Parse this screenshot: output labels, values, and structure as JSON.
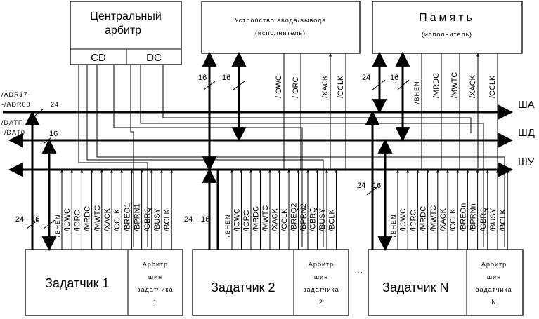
{
  "central_arbiter": {
    "title_line1": "Центральный",
    "title_line2": "арбитр",
    "cd": "CD",
    "dc": "DC"
  },
  "io_device": {
    "title": "Устройство ввода/вывода",
    "subtitle": "(исполнитель)"
  },
  "memory": {
    "title": "Память",
    "subtitle": "(исполнитель)"
  },
  "buses": {
    "address": "ША",
    "data": "ШД",
    "control": "ШУ"
  },
  "bus_labels": {
    "addr_lines": [
      "/ADR17-",
      "-/ADR00"
    ],
    "addr_width": "24",
    "data_lines": [
      "/DATF-",
      "-/DAT0"
    ],
    "data_width": "16"
  },
  "io_signals": [
    "/IOWC",
    "/IORC",
    "/XACK",
    "/CCLK"
  ],
  "io_widths": [
    "16",
    "16"
  ],
  "mem_signals": [
    "/BHEN",
    "/MRDC",
    "/MWTC",
    "/XACK",
    "/CCLK"
  ],
  "mem_widths": [
    "24",
    "16"
  ],
  "master_signals_1": [
    "/BHEN",
    "/IOWC",
    "/IORC",
    "/MRDC",
    "/MWTC",
    "/XACK",
    "/CCLK",
    "/BREQ1",
    "/BPRN1",
    "/CBRQ",
    "/BUSY",
    "/BCLK"
  ],
  "master_signals_2": [
    "/BHEN",
    "/IOWC",
    "/IORC",
    "/MRDC",
    "/MWTC",
    "/XACK",
    "/CCLK",
    "/BREQ2",
    "/BPRN2",
    "/CBRQ",
    "/BUSY",
    "/BCLK"
  ],
  "master_signals_n": [
    "/BHEN",
    "/IOWC",
    "/IORC",
    "/MRDC",
    "/MWTC",
    "/XACK",
    "/CCLK",
    "/BREQn",
    "/BPRNn",
    "/CBRQ",
    "/BUSY",
    "/BCLK"
  ],
  "master_widths": [
    "24",
    "16"
  ],
  "masters": [
    {
      "name": "Задатчик 1",
      "arb1": "Арбитр",
      "arb2": "шин",
      "arb3": "задатчика",
      "arb4": "1"
    },
    {
      "name": "Задатчик 2",
      "arb1": "Арбитр",
      "arb2": "шин",
      "arb3": "задатчика",
      "arb4": "2"
    },
    {
      "name": "Задатчик N",
      "arb1": "Арбитр",
      "arb2": "шин",
      "arb3": "задатчика",
      "arb4": "N"
    }
  ],
  "ellipsis": "..."
}
